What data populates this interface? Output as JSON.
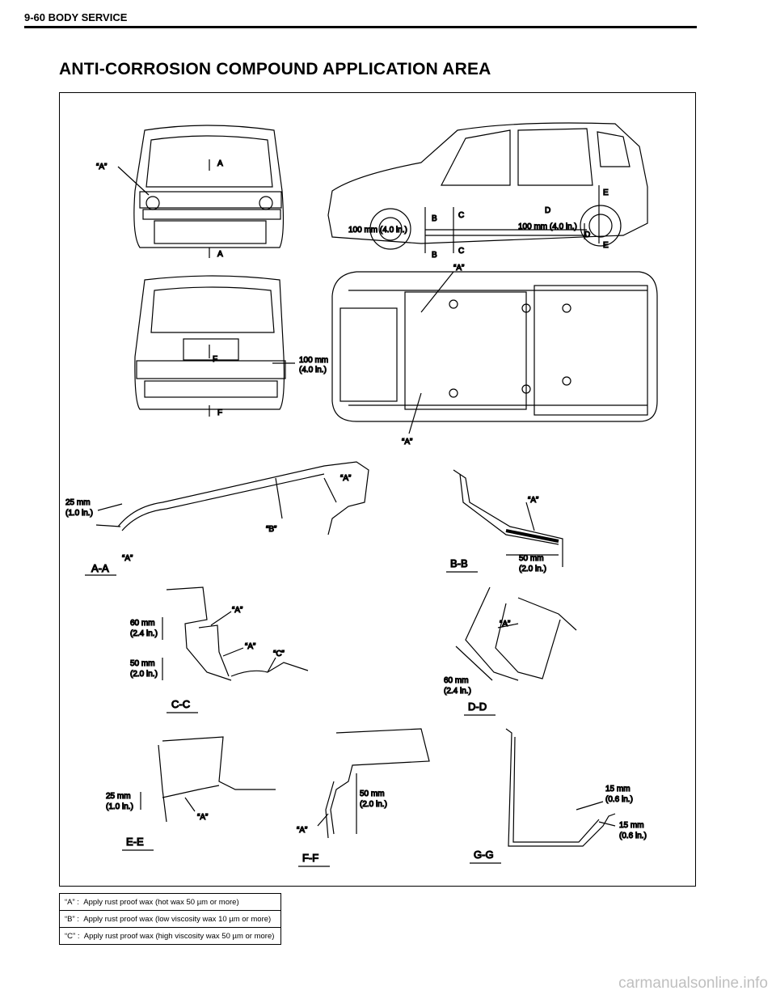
{
  "header": {
    "section": "9-60 BODY SERVICE"
  },
  "title": "ANTI-CORROSION COMPOUND APPLICATION AREA",
  "diagram": {
    "marks": {
      "qa": "“A”",
      "qb": "“B”",
      "qc": "“C”",
      "a": "A",
      "b": "B",
      "c": "C",
      "d": "D",
      "e": "E",
      "f": "F"
    },
    "dims": {
      "mm100": "100 mm (4.0 in.)",
      "mm100_a": "100 mm",
      "in40": "(4.0 in.)",
      "mm25": "25 mm",
      "in10": "(1.0 in.)",
      "mm50": "50 mm",
      "in20": "(2.0 in.)",
      "mm60": "60 mm",
      "in24": "(2.4 in.)",
      "mm15": "15 mm",
      "in06": "(0.6 in.)"
    },
    "sections": {
      "aa": "A-A",
      "bb": "B-B",
      "cc": "C-C",
      "dd": "D-D",
      "ee": "E-E",
      "ff": "F-F",
      "gg": "G-G"
    }
  },
  "legend": [
    {
      "key": "“A” :",
      "text": "Apply rust proof wax (hot wax 50 µm or more)"
    },
    {
      "key": "“B” :",
      "text": "Apply rust proof wax (low viscosity wax 10 µm or more)"
    },
    {
      "key": "“C” :",
      "text": "Apply rust proof wax (high viscosity wax 50 µm or more)"
    }
  ],
  "watermark": "carmanualsonline.info"
}
